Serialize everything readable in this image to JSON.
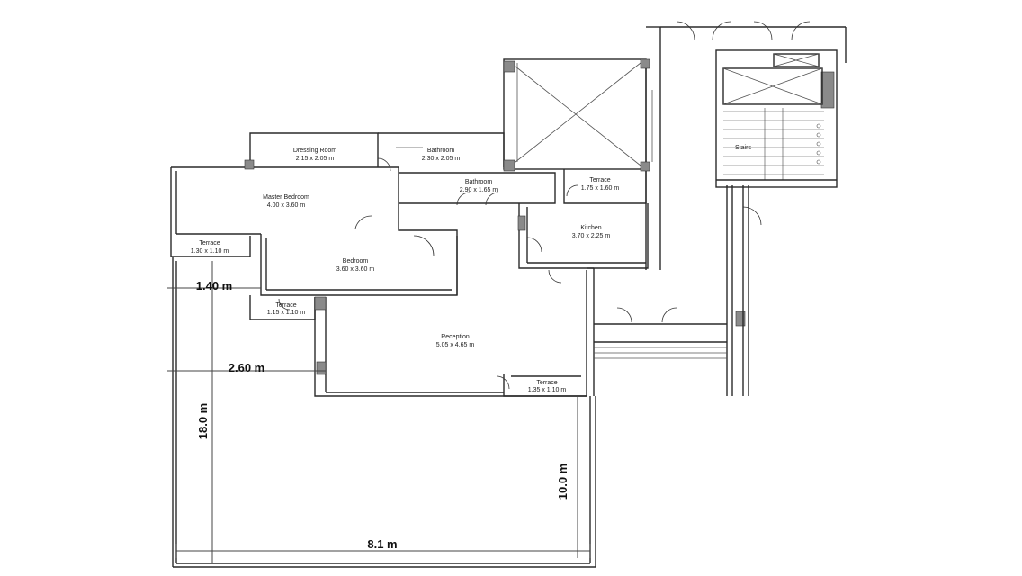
{
  "rooms": [
    {
      "id": "dressing",
      "name": "Dressing Room",
      "size": "2.15 x 2.05 m"
    },
    {
      "id": "bath1",
      "name": "Bathroom",
      "size": "2.30 x 2.05 m"
    },
    {
      "id": "master",
      "name": "Master Bedroom",
      "size": "4.00 x 3.60 m"
    },
    {
      "id": "bath2",
      "name": "Bathroom",
      "size": "2.90 x 1.65 m"
    },
    {
      "id": "terrace1",
      "name": "Terrace",
      "size": "1.75 x 1.60 m"
    },
    {
      "id": "kitchen",
      "name": "Kitchen",
      "size": "3.70 x 2.25 m"
    },
    {
      "id": "terrace2",
      "name": "Terrace",
      "size": "1.30 x 1.10 m"
    },
    {
      "id": "bedroom",
      "name": "Bedroom",
      "size": "3.60 x 3.60 m"
    },
    {
      "id": "terrace3",
      "name": "Terrace",
      "size": "1.15 x 1.10 m"
    },
    {
      "id": "reception",
      "name": "Reception",
      "size": "5.05 x 4.65 m"
    },
    {
      "id": "terrace4",
      "name": "Terrace",
      "size": "1.35 x 1.10 m"
    }
  ],
  "stair_label": "Stairs",
  "dimensions": {
    "d140": "1.40 m",
    "d260": "2.60 m",
    "d180": "18.0 m",
    "d100": "10.0 m",
    "d81": "8.1 m"
  }
}
